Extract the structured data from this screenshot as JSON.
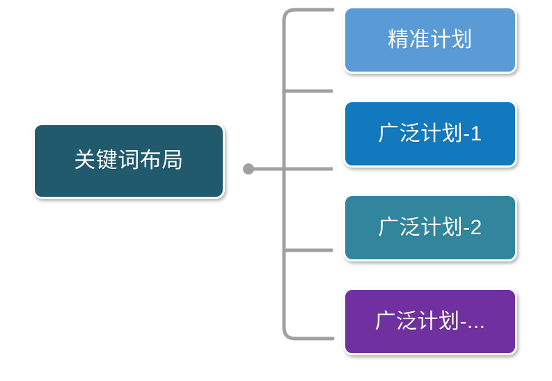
{
  "diagram": {
    "type": "bracket-tree",
    "title": "关键词布局",
    "root": {
      "label": "关键词布局",
      "color": "#215A6D",
      "text_color": "#FFFFFF"
    },
    "connector": {
      "line_color": "#A0A0A0",
      "dot_color": "#A0A0A0",
      "style": "rounded-bracket"
    },
    "branches": [
      {
        "label": "精准计划",
        "color": "#5B9BD5",
        "text_color": "#FFFFFF"
      },
      {
        "label": "广泛计划-1",
        "color": "#1279BE",
        "text_color": "#FFFFFF"
      },
      {
        "label": "广泛计划-2",
        "color": "#31859C",
        "text_color": "#FFFFFF"
      },
      {
        "label": "广泛计划-...",
        "color": "#7030A0",
        "text_color": "#FFFFFF"
      }
    ]
  }
}
